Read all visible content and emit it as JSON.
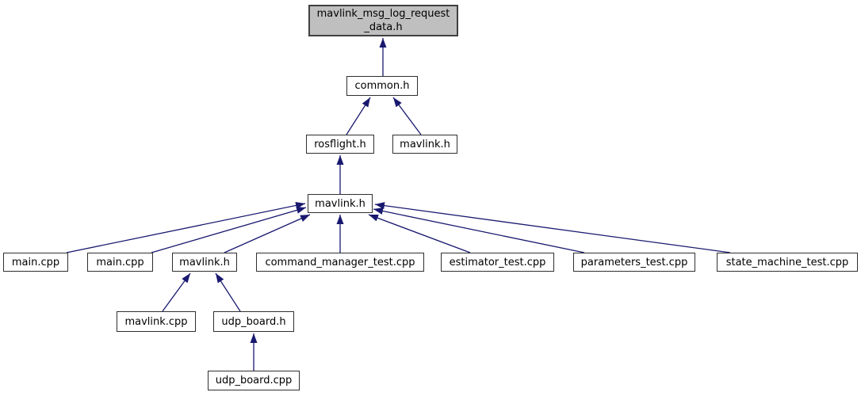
{
  "diagram": {
    "type": "doxygen-include-dependency-graph",
    "colors": {
      "edge": "#191970",
      "node_fill": "#ffffff",
      "root_node_fill": "#bfbfbf",
      "node_border": "#2f2f2f",
      "text": "#000000"
    },
    "root": {
      "label": "mavlink_msg_log_request_data.h",
      "line1": "mavlink_msg_log_request",
      "line2": "_data.h"
    },
    "nodes": {
      "common_h": {
        "label": "common.h"
      },
      "rosflight_h": {
        "label": "rosflight.h"
      },
      "mavlink_h_l2": {
        "label": "mavlink.h"
      },
      "mavlink_h_hub": {
        "label": "mavlink.h"
      },
      "main_cpp_a": {
        "label": "main.cpp"
      },
      "main_cpp_b": {
        "label": "main.cpp"
      },
      "mavlink_h_l4": {
        "label": "mavlink.h"
      },
      "command_manager_test_cpp": {
        "label": "command_manager_test.cpp"
      },
      "estimator_test_cpp": {
        "label": "estimator_test.cpp"
      },
      "parameters_test_cpp": {
        "label": "parameters_test.cpp"
      },
      "state_machine_test_cpp": {
        "label": "state_machine_test.cpp"
      },
      "mavlink_cpp": {
        "label": "mavlink.cpp"
      },
      "udp_board_h": {
        "label": "udp_board.h"
      },
      "udp_board_cpp": {
        "label": "udp_board.cpp"
      }
    },
    "edges": [
      {
        "from": "common_h",
        "to": "root"
      },
      {
        "from": "rosflight_h",
        "to": "common_h"
      },
      {
        "from": "mavlink_h_l2",
        "to": "common_h"
      },
      {
        "from": "mavlink_h_hub",
        "to": "rosflight_h"
      },
      {
        "from": "main_cpp_a",
        "to": "mavlink_h_hub"
      },
      {
        "from": "main_cpp_b",
        "to": "mavlink_h_hub"
      },
      {
        "from": "mavlink_h_l4",
        "to": "mavlink_h_hub"
      },
      {
        "from": "command_manager_test_cpp",
        "to": "mavlink_h_hub"
      },
      {
        "from": "estimator_test_cpp",
        "to": "mavlink_h_hub"
      },
      {
        "from": "parameters_test_cpp",
        "to": "mavlink_h_hub"
      },
      {
        "from": "state_machine_test_cpp",
        "to": "mavlink_h_hub"
      },
      {
        "from": "mavlink_cpp",
        "to": "mavlink_h_l4"
      },
      {
        "from": "udp_board_h",
        "to": "mavlink_h_l4"
      },
      {
        "from": "udp_board_cpp",
        "to": "udp_board_h"
      }
    ]
  }
}
